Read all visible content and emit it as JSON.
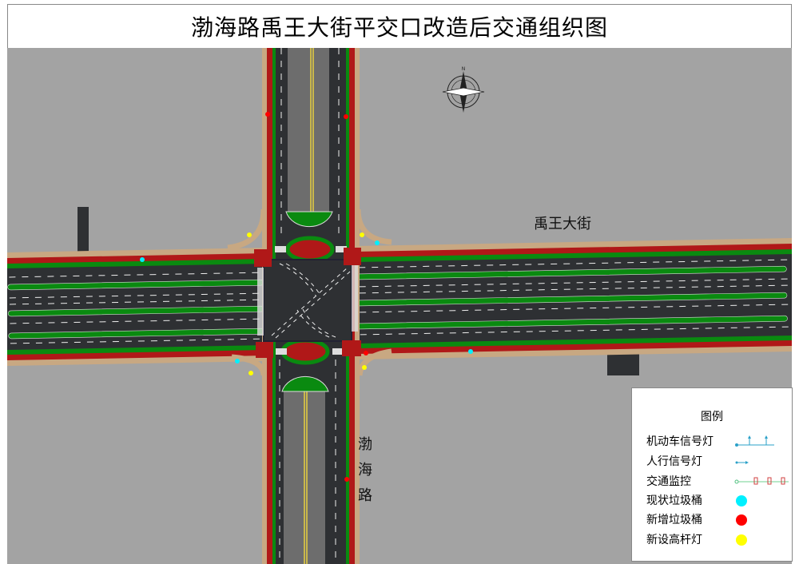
{
  "title": "渤海路禹王大街平交口改造后交通组织图",
  "roads": {
    "east_west": "禹王大街",
    "north_south": [
      "渤",
      "海",
      "路"
    ]
  },
  "compass": {
    "label": "N"
  },
  "legend": {
    "title": "图例",
    "items": [
      {
        "label": "机动车信号灯",
        "symbol": "vehicle-signal-icon",
        "color": "#2aa0c8"
      },
      {
        "label": "人行信号灯",
        "symbol": "pedestrian-signal-icon",
        "color": "#2aa0c8"
      },
      {
        "label": "交通监控",
        "symbol": "traffic-camera-icon",
        "color": "#d04040"
      },
      {
        "label": "现状垃圾桶",
        "symbol": "existing-trash-bin-dot",
        "color": "#00f0ff"
      },
      {
        "label": "新增垃圾桶",
        "symbol": "new-trash-bin-dot",
        "color": "#ff0000"
      },
      {
        "label": "新设高杆灯",
        "symbol": "new-high-pole-light-dot",
        "color": "#ffff00"
      }
    ]
  },
  "colors": {
    "ground": "#a3a3a3",
    "asphalt": "#2e3033",
    "sidewalk": "#c8a882",
    "bike_lane": "#b01818",
    "median": "#0a8a10"
  }
}
